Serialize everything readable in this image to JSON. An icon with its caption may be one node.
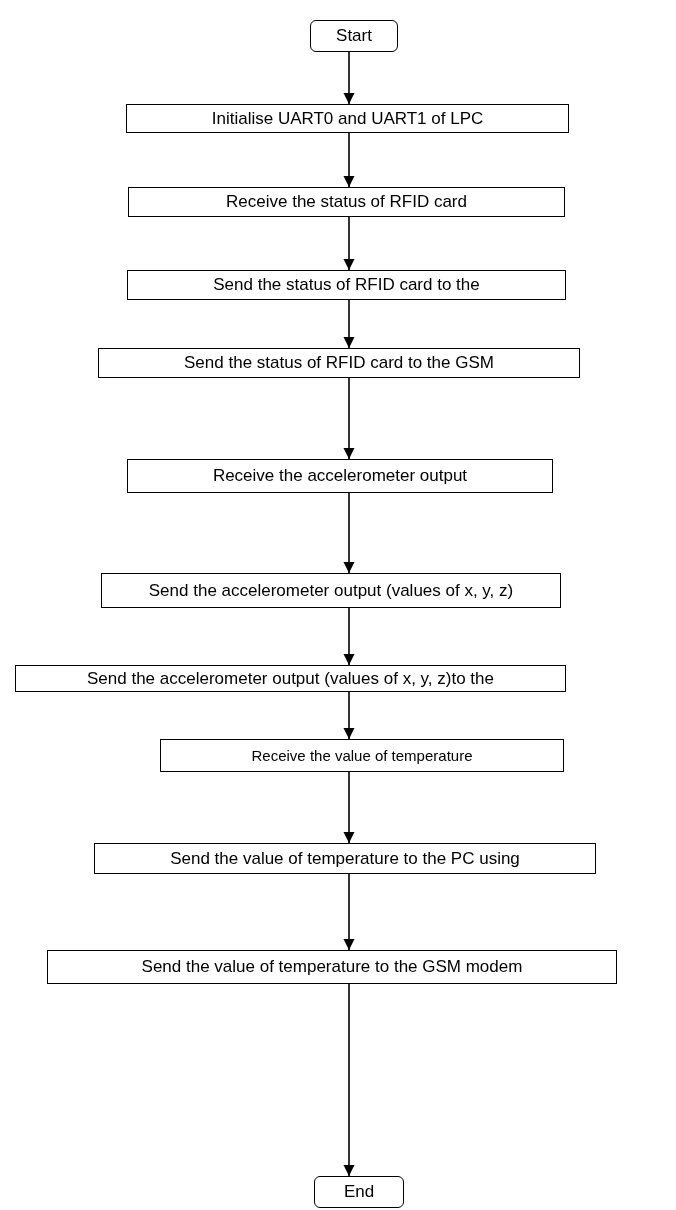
{
  "diagram": {
    "nodes": [
      {
        "text": [
          "Start"
        ]
      },
      {
        "text": [
          "Initialise UART0 and UART1 of LPC"
        ]
      },
      {
        "text": [
          "Receive the status of RFID card"
        ]
      },
      {
        "text": [
          "Send the status of RFID card to the"
        ]
      },
      {
        "text": [
          "Send the status of RFID card to the GSM"
        ]
      },
      {
        "text": [
          "Receive the accelerometer output"
        ]
      },
      {
        "text": [
          "Send the accelerometer output (values of x, y, z)"
        ]
      },
      {
        "text": [
          "Send the accelerometer output (values of x, y, z)to the"
        ]
      },
      {
        "text": [
          "Receive the value of temperature"
        ]
      },
      {
        "text": [
          "Send the value of temperature to the PC using"
        ]
      },
      {
        "text": [
          "Send the value of temperature to the GSM modem"
        ]
      },
      {
        "text": [
          "End"
        ]
      }
    ],
    "edges": [
      {
        "from": 0,
        "to": 1,
        "arrow": "to"
      },
      {
        "from": 1,
        "to": 2,
        "arrow": "to"
      },
      {
        "from": 2,
        "to": 3,
        "arrow": "to"
      },
      {
        "from": 3,
        "to": 4,
        "arrow": "to"
      },
      {
        "from": 4,
        "to": 5,
        "arrow": "to"
      },
      {
        "from": 5,
        "to": 6,
        "arrow": "to"
      },
      {
        "from": 6,
        "to": 7,
        "arrow": "to"
      },
      {
        "from": 7,
        "to": 8,
        "arrow": "to"
      },
      {
        "from": 8,
        "to": 9,
        "arrow": "to"
      },
      {
        "from": 9,
        "to": 10,
        "arrow": "to"
      },
      {
        "from": 10,
        "to": 11,
        "arrow": "to"
      }
    ]
  }
}
